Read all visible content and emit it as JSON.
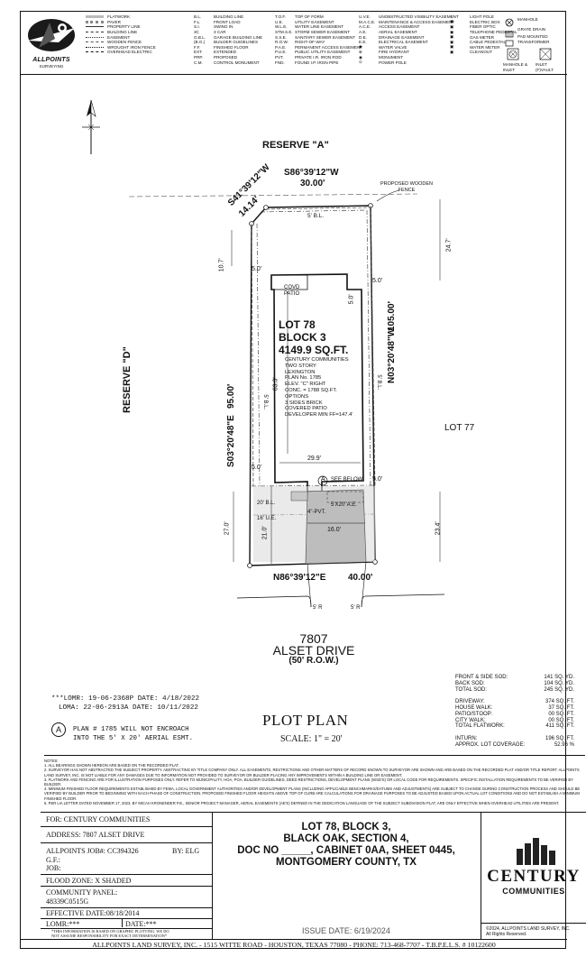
{
  "company": {
    "logo_text": "ALLPOINTS",
    "logo_sub": "SURVEYING",
    "footer": "ALLPOINTS LAND SURVEY, INC. - 1515 WITTE ROAD - HOUSTON, TEXAS 77080 - PHONE: 713-468-7707 - T.B.P.E.L.S. # 10122600",
    "copyright_1": "©2024, ALLPOINTS LAND SURVEY, INC.",
    "copyright_2": "All Rights Reserved."
  },
  "legend": {
    "lines": [
      {
        "label": "FLATWORK"
      },
      {
        "label": "PAVER"
      },
      {
        "label": "PROPERTY LINE"
      },
      {
        "label": "BUILDING LINE"
      },
      {
        "label": "EASEMENT"
      },
      {
        "label": "WOODEN FENCE"
      },
      {
        "label": "WROUGHT IRON FENCE"
      },
      {
        "label": "OVERHEAD ELECTRIC"
      }
    ],
    "abbr1": [
      {
        "ab": "B.L.",
        "tx": "BUILDING LINE"
      },
      {
        "ab": "F.L.",
        "tx": "FRONT LOAD"
      },
      {
        "ab": "S.I.",
        "tx": "SWING IN"
      },
      {
        "ab": "3C",
        "tx": "3 CAR"
      },
      {
        "ab": "G.B.L.",
        "tx": "GARAGE BUILDING LINE"
      },
      {
        "ab": "(B.G.)",
        "tx": "BUILDER GUIDELINES"
      },
      {
        "ab": "F.F.",
        "tx": "FINISHED FLOOR"
      },
      {
        "ab": "EXT.",
        "tx": "EXTENDED"
      },
      {
        "ab": "PRP.",
        "tx": "PROPOSED"
      },
      {
        "ab": "C.M.",
        "tx": "CONTROL MONUMENT"
      }
    ],
    "abbr2": [
      {
        "ab": "T.O.F.",
        "tx": "TOP OF FORM"
      },
      {
        "ab": "U.E.",
        "tx": "UTILITY EASEMENT"
      },
      {
        "ab": "W.L.E.",
        "tx": "WATER LINE EASEMENT"
      },
      {
        "ab": "STM.S.E.",
        "tx": "STORM SEWER EASEMENT"
      },
      {
        "ab": "S.S.E.",
        "tx": "SANITARY SEWER EASEMENT"
      },
      {
        "ab": "R.O.W.",
        "tx": "RIGHT-OF-WAY"
      },
      {
        "ab": "P.A.E.",
        "tx": "PERMANENT ACCESS EASEMENT"
      },
      {
        "ab": "P.U.E.",
        "tx": "PUBLIC UTILITY EASEMENT"
      },
      {
        "ab": "PVT.",
        "tx": "PRIVATE    I.R.  IRON ROD"
      },
      {
        "ab": "FND.",
        "tx": "FOUND       I.P.  IRON PIPE"
      }
    ],
    "abbr3": [
      {
        "ab": "U.V.E.",
        "tx": "UNOBSTRUCTED VISIBILITY EASEMENT"
      },
      {
        "ab": "M.A.C.E.",
        "tx": "MAINTENANCE & ACCESS EASEMENT"
      },
      {
        "ab": "A.C.E.",
        "tx": "ACCESS EASEMENT"
      },
      {
        "ab": "A.E.",
        "tx": "AERIAL EASEMENT"
      },
      {
        "ab": "D.E.",
        "tx": "DRAINAGE EASEMENT"
      },
      {
        "ab": "E.E.",
        "tx": "ELECTRICAL EASEMENT"
      },
      {
        "ab": "◆",
        "tx": "WATER VALVE"
      },
      {
        "ab": "⊕",
        "tx": "FIRE HYDRANT"
      },
      {
        "ab": "◉",
        "tx": "MONUMENT"
      },
      {
        "ab": "⊙",
        "tx": "POWER POLE"
      }
    ],
    "abbr4": [
      {
        "ab": "☼",
        "tx": "LIGHT POLE"
      },
      {
        "ab": "▣",
        "tx": "ELECTRIC BOX"
      },
      {
        "ab": "▣",
        "tx": "FIBER OPTIC"
      },
      {
        "ab": "▣",
        "tx": "TELEPHONE PEDESTAL"
      },
      {
        "ab": "▣",
        "tx": "GAS METER"
      },
      {
        "ab": "▣",
        "tx": "CABLE PEDESTAL"
      },
      {
        "ab": "▣",
        "tx": "WATER METER"
      },
      {
        "ab": "▣",
        "tx": "CLEANOUT"
      }
    ],
    "symbols": [
      {
        "tx": "MANHOLE"
      },
      {
        "tx": "GRATE DRAIN"
      },
      {
        "tx": "PAD MOUNTED TRANSFORMER"
      },
      {
        "tx": "MANHOLE & INLET"
      },
      {
        "tx": "INLET (F)VAULT"
      }
    ]
  },
  "plan": {
    "reserve_a": "RESERVE \"A\"",
    "reserve_d": "RESERVE \"D\"",
    "lot_77": "LOT 77",
    "north_bearing": "S86°39'12\"W",
    "north_dist": "30.00'",
    "diag_bearing": "S41°39'12\"W",
    "diag_dist": "14.14'",
    "west_bearing": "S03°20'48\"E",
    "west_dist": "95.00'",
    "east_bearing": "N03°20'48\"W",
    "east_dist": "105.00'",
    "south_bearing": "N86°39'12\"E",
    "south_dist": "40.00'",
    "fence_note": "PROPOSED WOODEN FENCE",
    "bl_rear": "5' B.L.",
    "bl_west": "5' B.L.",
    "bl_east": "5' B.L.",
    "bl_front": "20' B.L.",
    "ue_front": "16' U.E.",
    "ae_front": "5'X20' A.E.",
    "pvt": "4\"-PVT.",
    "dim_10_7": "10.7'",
    "dim_24_7": "24.7'",
    "dim_5_0_a": "5.0'",
    "dim_5_0_b": "5.0'",
    "dim_5_0_c": "5.0'",
    "dim_5_0_d": "5.0'",
    "dim_5_0_e": "5.0'",
    "dim_63_3": "63.3'",
    "dim_29_9": "29.9'",
    "dim_27_0": "27.0'",
    "dim_21_0": "21.0'",
    "dim_16_0": "16.0'",
    "dim_23_4": "23.4'",
    "dim_5r_a": "5' R",
    "dim_5r_b": "5' R",
    "covd_patio": "COVD PATIO",
    "lot": "LOT 78",
    "block": "BLOCK 3",
    "sqft": "4149.9 SQ.FT.",
    "house_lines": [
      "CENTURY COMMUNITIES",
      "TWO STORY",
      "LEXINGTON",
      "PLAN No. 1785",
      "ELEV. \"C\" RIGHT",
      "CONC. = 1788 SQ.FT.",
      "OPTIONS",
      "3 SIDES BRICK",
      "COVERED PATIO",
      "DEVELOPER MIN FF=147.4'"
    ],
    "see_below_marker": "A",
    "see_below": "SEE BELOW",
    "address_number": "7807",
    "street": "ALSET DRIVE",
    "row": "(50' R.O.W.)"
  },
  "lomr": {
    "line1": "***LOMR: 19-06-2368P DATE: 4/18/2022",
    "line2": "LOMA: 22-06-2913A DATE: 10/11/2022",
    "marker": "A",
    "note1": "PLAN # 1785 WILL NOT ENCROACH",
    "note2": "INTO THE 5' X 20' AERIAL ESMT."
  },
  "plot_plan": {
    "title": "PLOT PLAN",
    "scale": "SCALE: 1\" = 20'"
  },
  "areas": [
    {
      "label": "FRONT & SIDE SOD:",
      "value": "141 SQ. YD."
    },
    {
      "label": "BACK SOD:",
      "value": "104 SQ. YD."
    },
    {
      "label": "TOTAL SOD:",
      "value": "245 SQ. YD."
    },
    {
      "label": "",
      "value": ""
    },
    {
      "label": "DRIVEWAY:",
      "value": "374 SQ. FT."
    },
    {
      "label": "HOUSE WALK:",
      "value": "37 SQ. FT."
    },
    {
      "label": "PATIO/STOOP:",
      "value": "00 SQ. FT."
    },
    {
      "label": "CITY WALK:",
      "value": "00 SQ. FT."
    },
    {
      "label": "TOTAL FLATWORK:",
      "value": "411 SQ. FT."
    },
    {
      "label": "",
      "value": ""
    },
    {
      "label": "INTURN:",
      "value": "196 SQ. FT."
    },
    {
      "label": "APPROX. LOT COVERAGE:",
      "value": "52.96 %"
    }
  ],
  "notes": [
    "NOTES:",
    "1. ALL BEARINGS SHOWN HEREON ARE BASED ON THE RECORDED PLAT.",
    "2. SURVEYOR HAS NOT ABSTRACTED THE SUBJECT PROPERTY. ABSTRACTING BY TITLE COMPANY ONLY. ALL EASEMENTS, RESTRICTIONS AND OTHER MATTERS OF RECORD KNOWN TO SURVEYOR ARE SHOWN AND ARE BASED ON THE RECORDED PLAT AND/OR TITLE REPORT. ALLPOINTS LAND SURVEY, INC. IS NOT LIABLE FOR ANY DAMAGES DUE TO INFORMATION NOT PROVIDED TO SURVEYOR OR BUILDER PLACING ANY IMPROVEMENTS WITHIN A BUILDING LINE OR EASEMENT.",
    "3. FLATWORK AND FENCING ARE FOR ILLUSTRATION PURPOSES ONLY. REFER TO MUNICIPALITY, HOA, POA, BUILDER GUIDELINES, DEED RESTRICTIONS, DEVELOPMENT PLANS (WSD'S) OR LOCAL CODE FOR REQUIREMENTS. SPECIFIC INSTALLATION REQUIREMENTS TO BE VERIFIED BY BUILDER.",
    "4. MINIMUM FINISHED FLOOR REQUIREMENTS ESTABLISHED BY FEMA, LOCAL GOVERNMENT AUTHORITIES AND/OR DEVELOPMENT PLANS (INCLUDING APPLICABLE BENCHMARKS/DATUMS AND ADJUSTMENTS) ARE SUBJECT TO CHANGE DURING CONSTRUCTION PROCESS AND SHOULD BE VERIFIED BY BUILDER PRIOR TO BEGINNING WITH EACH PHASE OF CONSTRUCTION. PROPOSED FINISHED FLOOR HEIGHTS ABOVE TOP OF CURB ARE CALCULATIONS FOR DRAINAGE PURPOSES TO BE ADJUSTED BASED UPON ACTUAL LOT CONDITIONS AND DO NOT ESTABLISH A MINIMUM FINISHED FLOOR.",
    "5. PER LIA LETTER DATED NOVEMBER 17, 2023, BY MICAH KRONENDER P.E., SENIOR PROJECT MANAGER, AERIAL EASEMENTS (AE'S) DEFINED IN THE DEDICATION LANGUAGE OF THE SUBJECT SUBDIVISION PLAT, ARE ONLY EFFECTIVE WHEN OVERHEAD UTILITIES ARE PRESENT."
  ],
  "title_block": {
    "for": "FOR:  CENTURY COMMUNITIES",
    "address": "ADDRESS: 7807 ALSET DRIVE",
    "job_label": "ALLPOINTS JOB#: CC394326",
    "by": "BY: ELG",
    "gf": "G.F.:",
    "job": "JOB:",
    "flood": "FLOOD ZONE: X SHADED",
    "panel_label": "COMMUNITY PANEL:",
    "panel": "48339C0515G",
    "effective": "EFFECTIVE DATE:08/18/2014",
    "lomr": "LOMR:***",
    "date": "DATE:***",
    "disclaimer1": "*THIS INFORMATION IS BASED ON GRAPHIC PLOTTING. WE DO",
    "disclaimer2": "NOT ASSUME RESPONSIBILITY FOR EXACT DETERMINATION*",
    "legal1": "LOT 78, BLOCK 3,",
    "legal2": "BLACK OAK, SECTION 4,",
    "legal3": "DOC NO _____, CABINET 0AA, SHEET 0445,",
    "legal4": "MONTGOMERY COUNTY, TX",
    "issue_date": "ISSUE DATE: 6/19/2024",
    "brand_name": "CENTURY",
    "brand_sub": "COMMUNITIES"
  }
}
